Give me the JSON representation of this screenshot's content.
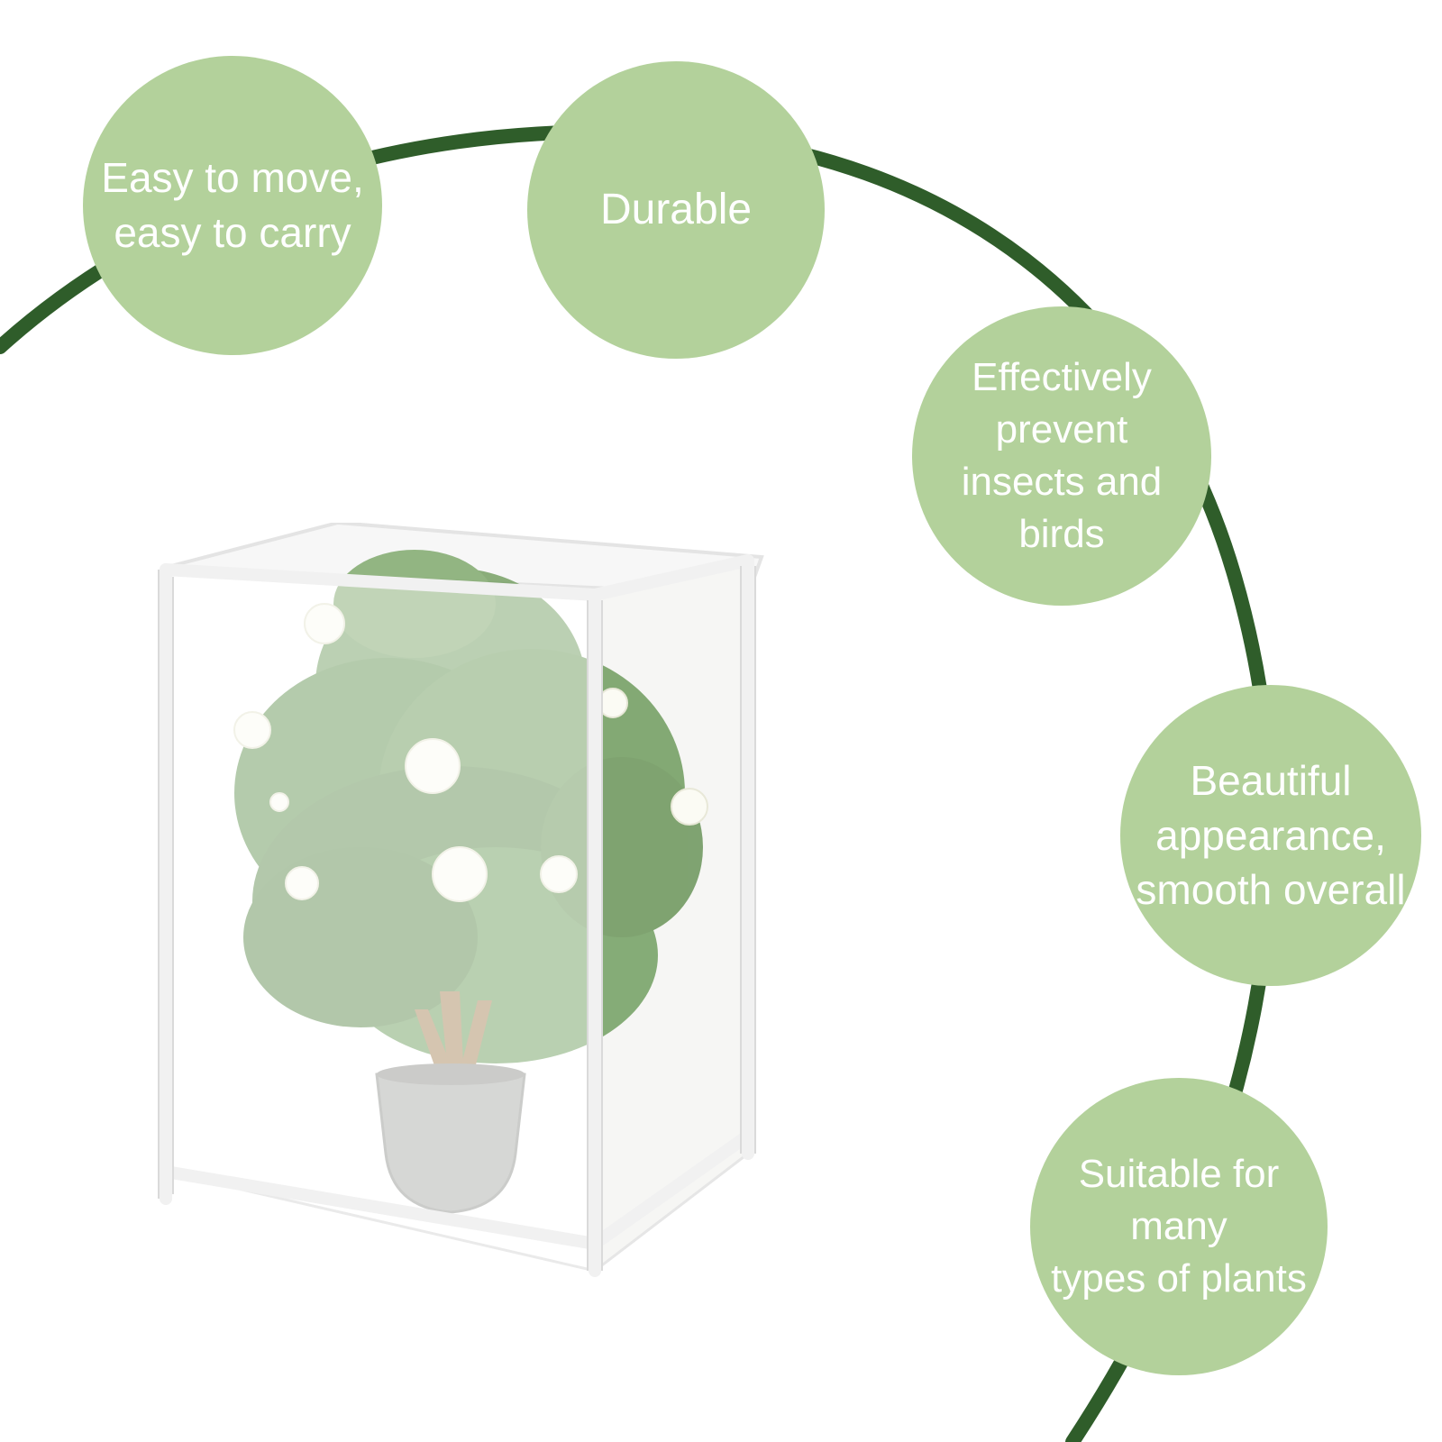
{
  "colors": {
    "background": "#ffffff",
    "arc": "#2f5d2a",
    "bubble_fill": "#b3d19b",
    "bubble_text": "#ffffff",
    "leaf": "#5f8f4e",
    "leaf_dark": "#3f6e35",
    "flower": "#fbfbf4",
    "pot": "#b9bab7",
    "trunk": "#b79c78",
    "frame": "#f4f4f4"
  },
  "features": [
    {
      "text": "Easy to move,\neasy to carry"
    },
    {
      "text": "Durable"
    },
    {
      "text": "Effectively prevent\ninsects and birds"
    },
    {
      "text": "Beautiful\nappearance,\nsmooth overall"
    },
    {
      "text": "Suitable for many\ntypes of plants"
    }
  ],
  "product": {
    "icon": "plant-cover-cage-image"
  }
}
